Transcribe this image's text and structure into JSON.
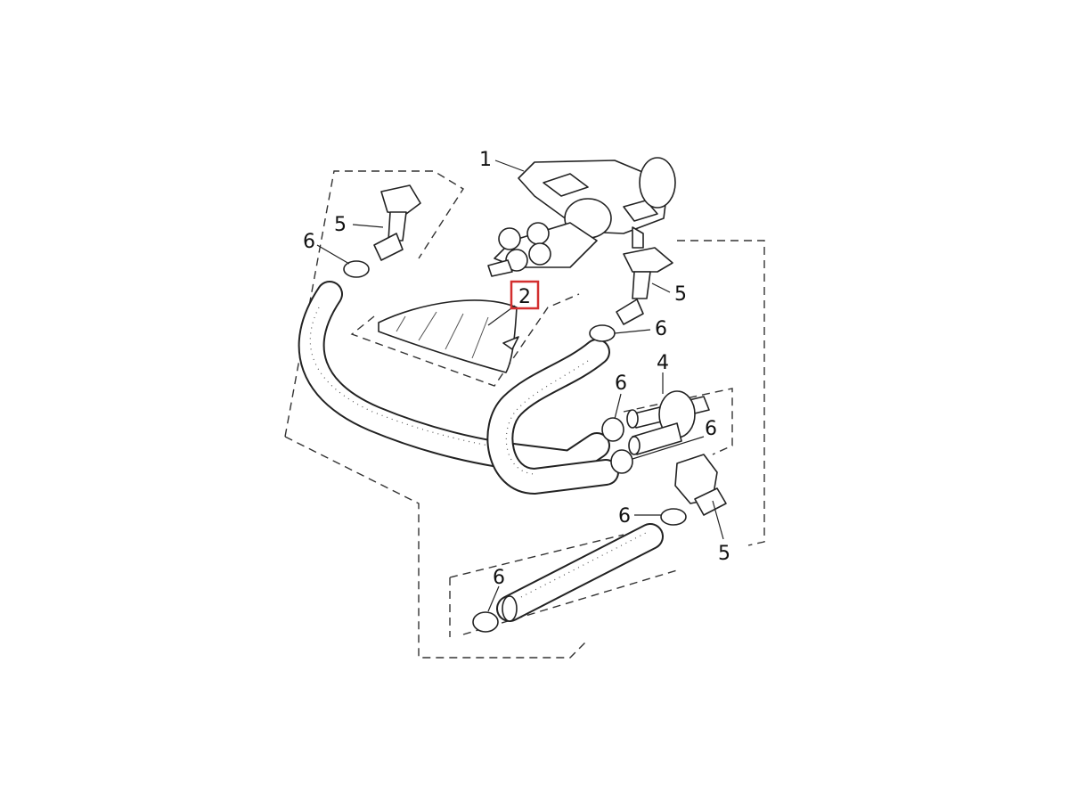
{
  "callouts": [
    {
      "id": "c1",
      "label": "1"
    },
    {
      "id": "c2",
      "label": "2",
      "highlighted": true
    },
    {
      "id": "c4",
      "label": "4"
    },
    {
      "id": "c5a",
      "label": "5"
    },
    {
      "id": "c5b",
      "label": "5"
    },
    {
      "id": "c5c",
      "label": "5"
    },
    {
      "id": "c6a",
      "label": "6"
    },
    {
      "id": "c6b",
      "label": "6"
    },
    {
      "id": "c6c",
      "label": "6"
    },
    {
      "id": "c6d",
      "label": "6"
    },
    {
      "id": "c6e",
      "label": "6"
    },
    {
      "id": "c6f",
      "label": "6"
    }
  ],
  "colors": {
    "highlight": "#d32f2f",
    "line": "#222222",
    "background": "#ffffff"
  }
}
